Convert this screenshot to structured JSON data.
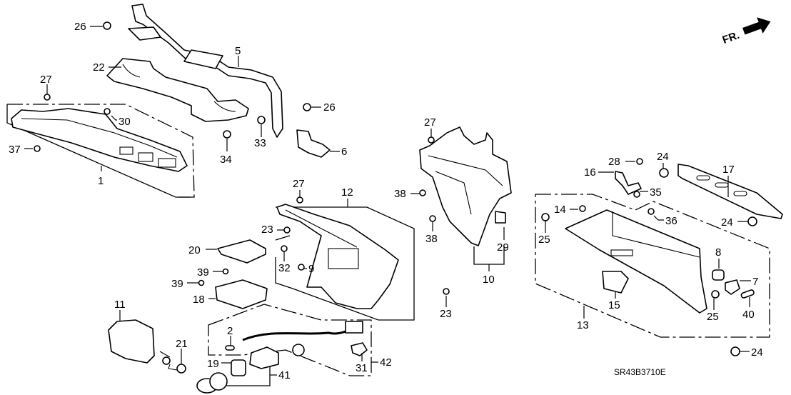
{
  "diagram": {
    "title": "Glove Box / Instrument Panel Lower Exploded View",
    "code": "SR43B3710E",
    "direction_label": "FR.",
    "callouts": [
      {
        "id": "c26a",
        "num": "26"
      },
      {
        "id": "c5",
        "num": "5"
      },
      {
        "id": "c22",
        "num": "22"
      },
      {
        "id": "c27a",
        "num": "27"
      },
      {
        "id": "c30",
        "num": "30"
      },
      {
        "id": "c37",
        "num": "37"
      },
      {
        "id": "c1",
        "num": "1"
      },
      {
        "id": "c34",
        "num": "34"
      },
      {
        "id": "c33",
        "num": "33"
      },
      {
        "id": "c26b",
        "num": "26"
      },
      {
        "id": "c6",
        "num": "6"
      },
      {
        "id": "c27b",
        "num": "27"
      },
      {
        "id": "c38a",
        "num": "38"
      },
      {
        "id": "c38b",
        "num": "38"
      },
      {
        "id": "c29",
        "num": "29"
      },
      {
        "id": "c10",
        "num": "10"
      },
      {
        "id": "c23b",
        "num": "23"
      },
      {
        "id": "c27c",
        "num": "27"
      },
      {
        "id": "c12",
        "num": "12"
      },
      {
        "id": "c23a",
        "num": "23"
      },
      {
        "id": "c32",
        "num": "32"
      },
      {
        "id": "c9",
        "num": "9"
      },
      {
        "id": "c20",
        "num": "20"
      },
      {
        "id": "c39a",
        "num": "39"
      },
      {
        "id": "c39b",
        "num": "39"
      },
      {
        "id": "c18",
        "num": "18"
      },
      {
        "id": "c11",
        "num": "11"
      },
      {
        "id": "c21",
        "num": "21"
      },
      {
        "id": "c2",
        "num": "2"
      },
      {
        "id": "c19",
        "num": "19"
      },
      {
        "id": "c41",
        "num": "41"
      },
      {
        "id": "c31",
        "num": "31"
      },
      {
        "id": "c42",
        "num": "42"
      },
      {
        "id": "c28",
        "num": "28"
      },
      {
        "id": "c24a",
        "num": "24"
      },
      {
        "id": "c16",
        "num": "16"
      },
      {
        "id": "c35",
        "num": "35"
      },
      {
        "id": "c17",
        "num": "17"
      },
      {
        "id": "c14",
        "num": "14"
      },
      {
        "id": "c36",
        "num": "36"
      },
      {
        "id": "c25a",
        "num": "25"
      },
      {
        "id": "c24b",
        "num": "24"
      },
      {
        "id": "c8",
        "num": "8"
      },
      {
        "id": "c7",
        "num": "7"
      },
      {
        "id": "c25b",
        "num": "25"
      },
      {
        "id": "c40",
        "num": "40"
      },
      {
        "id": "c15",
        "num": "15"
      },
      {
        "id": "c13",
        "num": "13"
      },
      {
        "id": "c24c",
        "num": "24"
      }
    ]
  }
}
